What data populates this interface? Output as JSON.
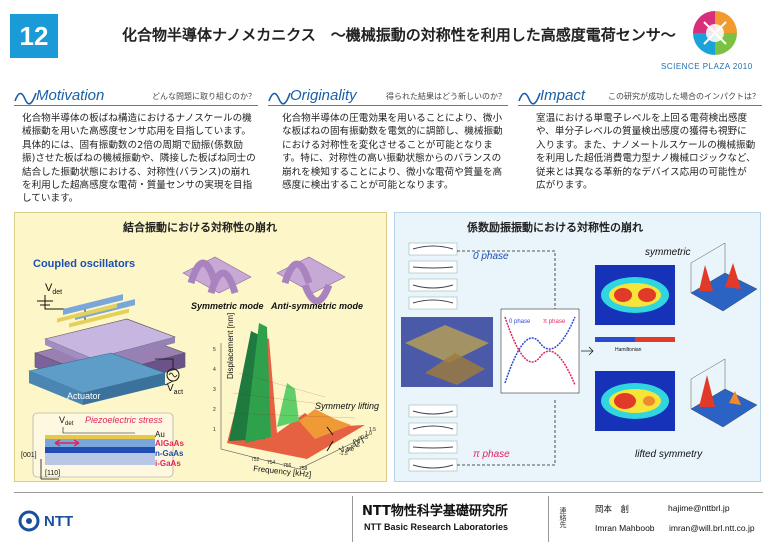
{
  "header": {
    "number": "12",
    "title": "化合物半導体ナノメカニクス　～機械振動の対称性を利用した高感度電荷センサ～",
    "badge_label": "SCIENCE PLAZA 2010"
  },
  "sections": [
    {
      "name": "Motivation",
      "question": "どんな問題に取り組むのか？",
      "body": "化合物半導体の板ばね構造におけるナノスケールの機械振動を用いた高感度センサ応用を目指しています。具体的には、固有振動数の2倍の周期で励振(係数励振)させた板ばねの機械振動や、隣接した板ばね同士の結合した振動状態における、対称性(バランス)の崩れを利用した超高感度な電荷・質量センサの実現を目指しています。"
    },
    {
      "name": "Originality",
      "question": "得られた結果はどう新しいのか？",
      "body": "化合物半導体の圧電効果を用いることにより、微小な板ばねの固有振動数を電気的に調節し、機械振動における対称性を変化させることが可能となります。特に、対称性の高い振動状態からのバランスの崩れを検知することにより、微小な電荷や質量を高感度に検出することが可能となります。"
    },
    {
      "name": "Impact",
      "question": "この研究が成功した場合のインパクトは？",
      "body": "室温における単電子レベルを上回る電荷検出感度や、単分子レベルの質量検出感度の獲得も視野に入ります。また、ナノメートルスケールの機械振動を利用した超低消費電力型ナノ機械ロジックなど、従来とは異なる革新的なデバイス応用の可能性が広がります。"
    }
  ],
  "left_panel": {
    "title": "結合振動における対称性の崩れ",
    "coupled_label": "Coupled oscillators",
    "vdet": "V",
    "vdet_sub": "det",
    "actuator": "Actuator",
    "vact": "V",
    "vact_sub": "act",
    "symmetric_mode": "Symmetric mode",
    "antisymmetric_mode": "Anti-symmetric mode",
    "symmetry_lifting": "Symmetry lifting",
    "piezo_stress": "Piezoelectric stress",
    "layers": [
      "Au",
      "AlGaAs",
      "n-GaAs",
      "i-GaAs"
    ],
    "axis_001": "[001]",
    "axis_110": "[110]",
    "plot_zlabel": "Displacement [nm]",
    "plot_xlabel": "Frequency [kHz]",
    "plot_ylabel": "V",
    "plot_ylabel_sub": "det",
    "plot_ylabel_unit": " [V]",
    "z_ticks": [
      "5",
      "4",
      "3",
      "2",
      "1"
    ],
    "freq_ticks": [
      "752",
      "754",
      "756",
      "758"
    ],
    "v_ticks": [
      "1.5",
      "1.0",
      "0.5",
      "0",
      "-0.5",
      "-1.0",
      "-1.5"
    ]
  },
  "right_panel": {
    "title": "係数励振振動における対称性の崩れ",
    "zero_phase": "0 phase",
    "pi_phase": "π phase",
    "symmetric": "symmetric",
    "lifted_symmetry": "lifted symmetry",
    "hamiltonian_label": "Hamiltonian",
    "legend_0": "0 phase",
    "legend_pi": "π phase"
  },
  "footer": {
    "company": "NTT",
    "lab_jp": "NTT物性科学基礎研究所",
    "lab_en": "NTT Basic Research Laboratories",
    "contact_label": "連絡先",
    "contact1_name": "岡本　創",
    "contact1_email": "hajime@nttbrl.jp",
    "contact2_name": "Imran Mahboob",
    "contact2_email": "imran@will.brl.ntt.co.jp"
  },
  "colors": {
    "accent_blue": "#1a9ad6",
    "heading_blue": "#1b5fa6",
    "left_panel_bg": "#fdf6c8",
    "right_panel_bg": "#e9f4fb",
    "stress_red": "#e0245e"
  }
}
